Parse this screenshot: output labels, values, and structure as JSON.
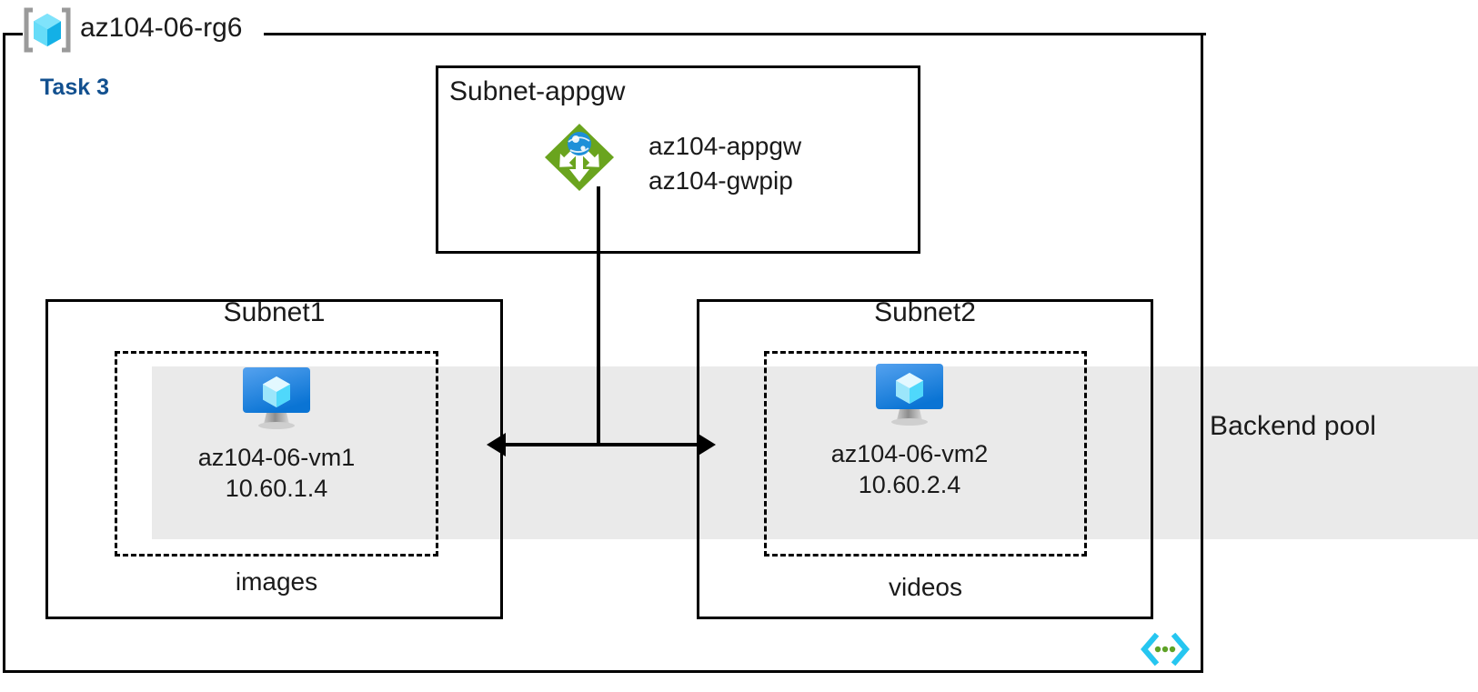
{
  "diagram": {
    "resource_group": {
      "name": "az104-06-rg6",
      "icon": "resource-group-cube-icon"
    },
    "task_label": "Task 3",
    "backend_pool": {
      "label": "Backend pool",
      "band_color": "#eaeaea"
    },
    "subnets": [
      {
        "id": "subnet-appgw",
        "title": "Subnet-appgw",
        "resource_icon": "application-gateway-icon",
        "resource_lines": [
          "az104-appgw",
          "az104-gwpip"
        ]
      },
      {
        "id": "subnet1",
        "title": "Subnet1",
        "vm_icon": "virtual-machine-icon",
        "vm_name": "az104-06-vm1",
        "vm_ip": "10.60.1.4",
        "storage_label": "images"
      },
      {
        "id": "subnet2",
        "title": "Subnet2",
        "vm_icon": "virtual-machine-icon",
        "vm_name": "az104-06-vm2",
        "vm_ip": "10.60.2.4",
        "storage_label": "videos"
      }
    ],
    "connectors": {
      "gateway_to_vms": "bidirectional-arrow"
    },
    "footer_icon": "code-brackets-icon",
    "colors": {
      "task_text": "#12508f",
      "gateway_green": "#6aa41e",
      "gateway_globe_blue": "#1e90d8",
      "vm_monitor_blue": "#0c7ad6",
      "vm_cube_cyan": "#9fe5f8",
      "rg_cube_cyan": "#32c5f4",
      "bracket_gray": "#9a9a9a",
      "code_icon_cyan": "#26c6f0",
      "code_icon_green": "#5ea226",
      "stroke": "#000000",
      "band": "#eaeaea"
    }
  }
}
